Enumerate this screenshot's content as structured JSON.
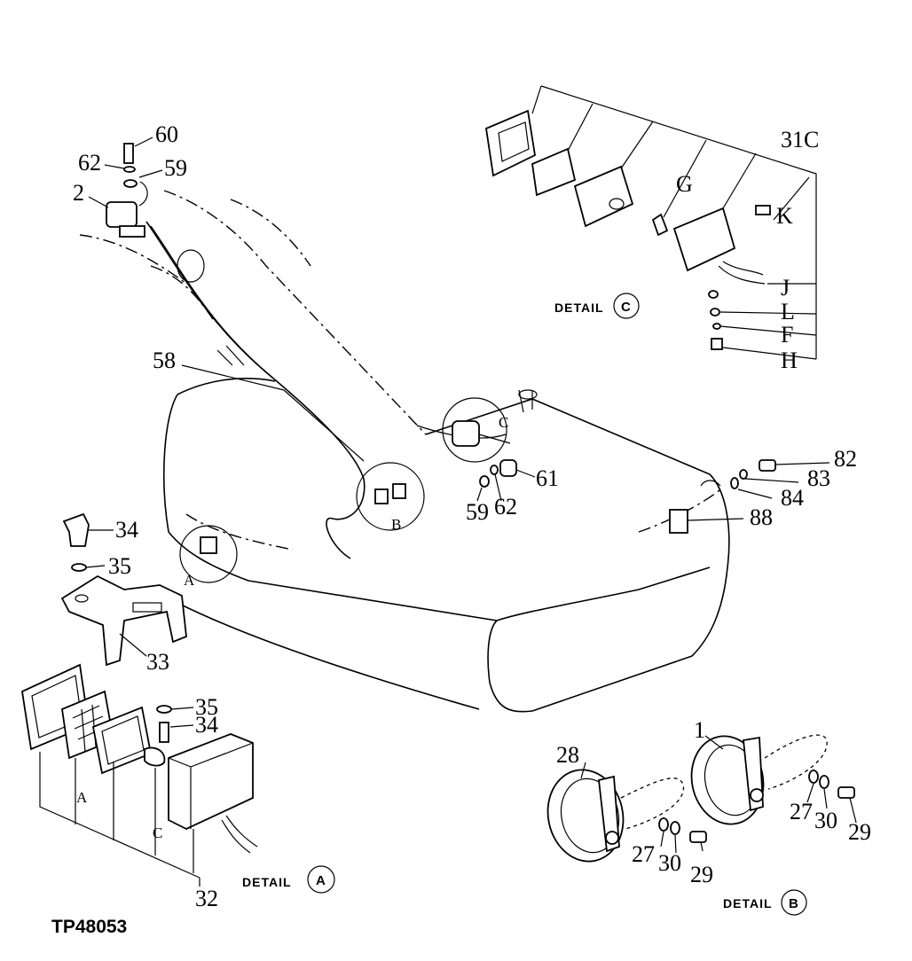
{
  "figure_id": "TP48053",
  "details": {
    "a": {
      "word": "DETAIL",
      "letter": "A"
    },
    "b": {
      "word": "DETAIL",
      "letter": "B"
    },
    "c": {
      "word": "DETAIL",
      "letter": "C"
    }
  },
  "callouts": {
    "c60": "60",
    "c62_top": "62",
    "c59_top": "59",
    "c2": "2",
    "c58": "58",
    "c31c": "31C",
    "cG": "G",
    "cK": "K",
    "cJ": "J",
    "cL": "L",
    "cF": "F",
    "cH": "H",
    "c61": "61",
    "c59_mid": "59",
    "c62_mid": "62",
    "c82": "82",
    "c83": "83",
    "c84": "84",
    "c88": "88",
    "c34_top": "34",
    "c35_top": "35",
    "c33": "33",
    "c35_bot": "35",
    "c34_bot": "34",
    "c32": "32",
    "c28": "28",
    "c1": "1",
    "c27_a": "27",
    "c30_a": "30",
    "c29_a": "29",
    "c27_b": "27",
    "c30_b": "30",
    "c29_b": "29"
  },
  "inset_labels": {
    "circle_a": "A",
    "circle_b": "B",
    "circle_c": "C",
    "lamp_a": "A",
    "lamp_c": "C"
  }
}
